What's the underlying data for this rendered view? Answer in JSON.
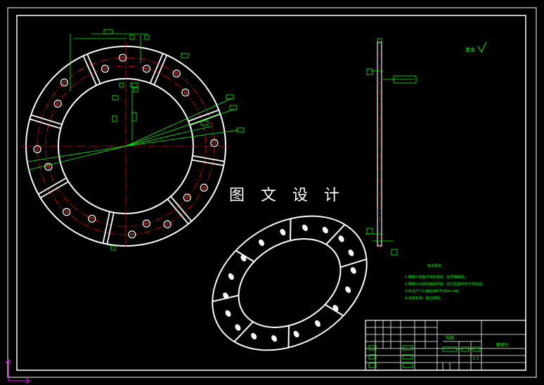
{
  "watermark": "图 文 设 计",
  "roughness_mark": "其余",
  "notes": {
    "title": "技术要求",
    "lines": [
      "1.摩擦片表面不得有裂纹、起层等缺陷。",
      "2.摩擦片与钢背粘结牢固，剪切强度不低于规定值。",
      "3.未注尺寸公差按GB/T1804-m级。",
      "4.去除毛刺、锐边倒钝。"
    ]
  },
  "title_block": {
    "material": "石棉",
    "drawing_name": "摩擦片",
    "scale": "1:1"
  },
  "colors": {
    "part_outline": "#ffffff",
    "centerline": "#ff0000",
    "dimension": "#00ff00",
    "ucs_icon": "#ff00ff"
  }
}
